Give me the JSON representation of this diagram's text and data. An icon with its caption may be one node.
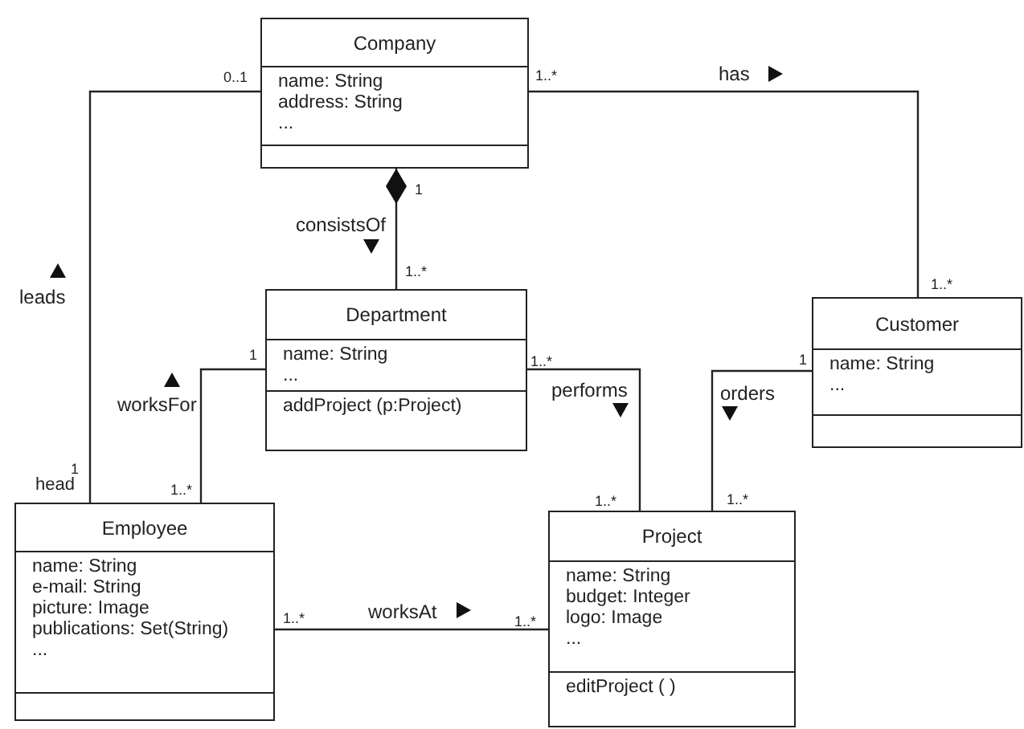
{
  "diagram": {
    "nodes": [
      {
        "text": [
          "Company",
          "name: String",
          "address: String",
          "..."
        ]
      },
      {
        "text": [
          "Department",
          "name: String",
          "...",
          "addProject (p:Project)"
        ]
      },
      {
        "text": [
          "Customer",
          "name: String",
          "..."
        ]
      },
      {
        "text": [
          "Employee",
          "name: String",
          "e-mail: String",
          "picture: Image",
          "publications: Set(String)",
          "..."
        ]
      },
      {
        "text": [
          "Project",
          "name: String",
          "budget: Integer",
          "logo: Image",
          "...",
          "editProject ( )"
        ]
      }
    ],
    "edges": [
      {
        "from": 0,
        "to": 2,
        "arrow": "none",
        "label": "has"
      },
      {
        "from": 0,
        "to": 1,
        "arrow": "other",
        "label": "consistsOf"
      },
      {
        "from": 0,
        "to": 3,
        "arrow": "none",
        "label": "leads"
      },
      {
        "from": 1,
        "to": 3,
        "arrow": "none",
        "label": "worksFor"
      },
      {
        "from": 1,
        "to": 4,
        "arrow": "none",
        "label": "performs"
      },
      {
        "from": 2,
        "to": 4,
        "arrow": "none",
        "label": "orders"
      },
      {
        "from": 3,
        "to": 4,
        "arrow": "none",
        "label": "worksAt"
      }
    ],
    "labels": [
      "0..1",
      "1..*",
      "1",
      "1..*",
      "1..*",
      "1",
      "1..*",
      "1",
      "1",
      "head",
      "1..*",
      "1..*",
      "1..*",
      "1..*",
      "1..*"
    ]
  }
}
